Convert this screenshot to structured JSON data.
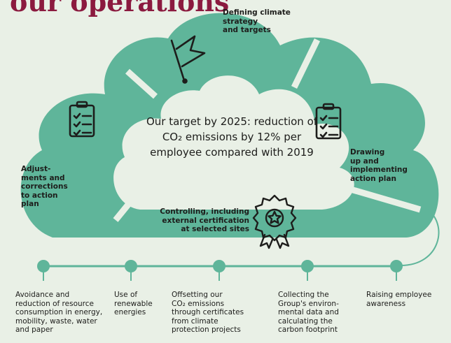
{
  "title": "our operations",
  "center_target": "Our target by 2025: reduction of CO₂ emissions by 12% per employee compared with 2019",
  "cycle_steps": [
    "Defining climate\nstrategy\nand targets",
    "Drawing\nup and\nimplementing\naction plan",
    "Controlling, including\nexternal certification\nat selected sites",
    "Adjust-\nments and\ncorrections\nto action\nplan"
  ],
  "timeline": [
    "Avoidance and\nreduction of resource\nconsumption in energy,\nmobility, waste, water\nand paper",
    "Use of\nrenewable\nenergies",
    "Offsetting our\nCO₂ emissions\nthrough certificates\nfrom climate\nprotection projects",
    "Collecting the\nGroup's environ-\nmental data and\ncalculating the\ncarbon footprint",
    "Raising employee\nawareness"
  ],
  "icons": [
    "flag-icon",
    "clipboard-checklist-icon",
    "certificate-badge-icon",
    "arrow-icon"
  ],
  "colors": {
    "teal": "#5fb59a",
    "background": "#e9f0e6",
    "title": "#8b1a3f",
    "cloud_inner": "#e9f0e6"
  }
}
